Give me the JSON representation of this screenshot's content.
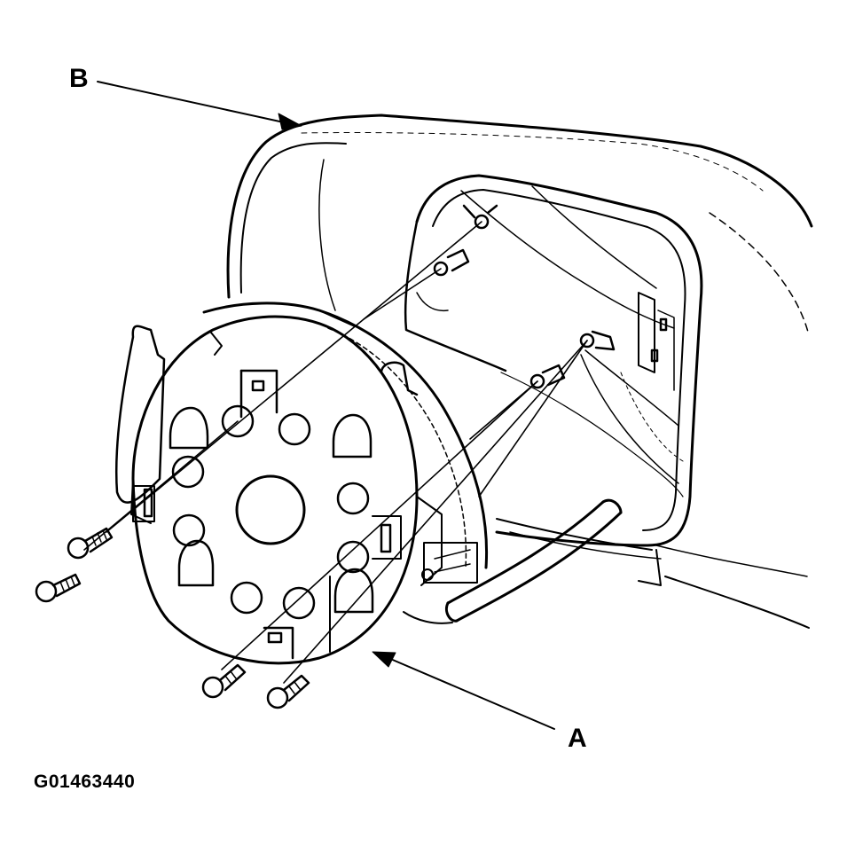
{
  "callouts": {
    "a": "A",
    "b": "B"
  },
  "figure_id": "G01463440",
  "colors": {
    "ink": "#000000",
    "paper": "#ffffff"
  }
}
